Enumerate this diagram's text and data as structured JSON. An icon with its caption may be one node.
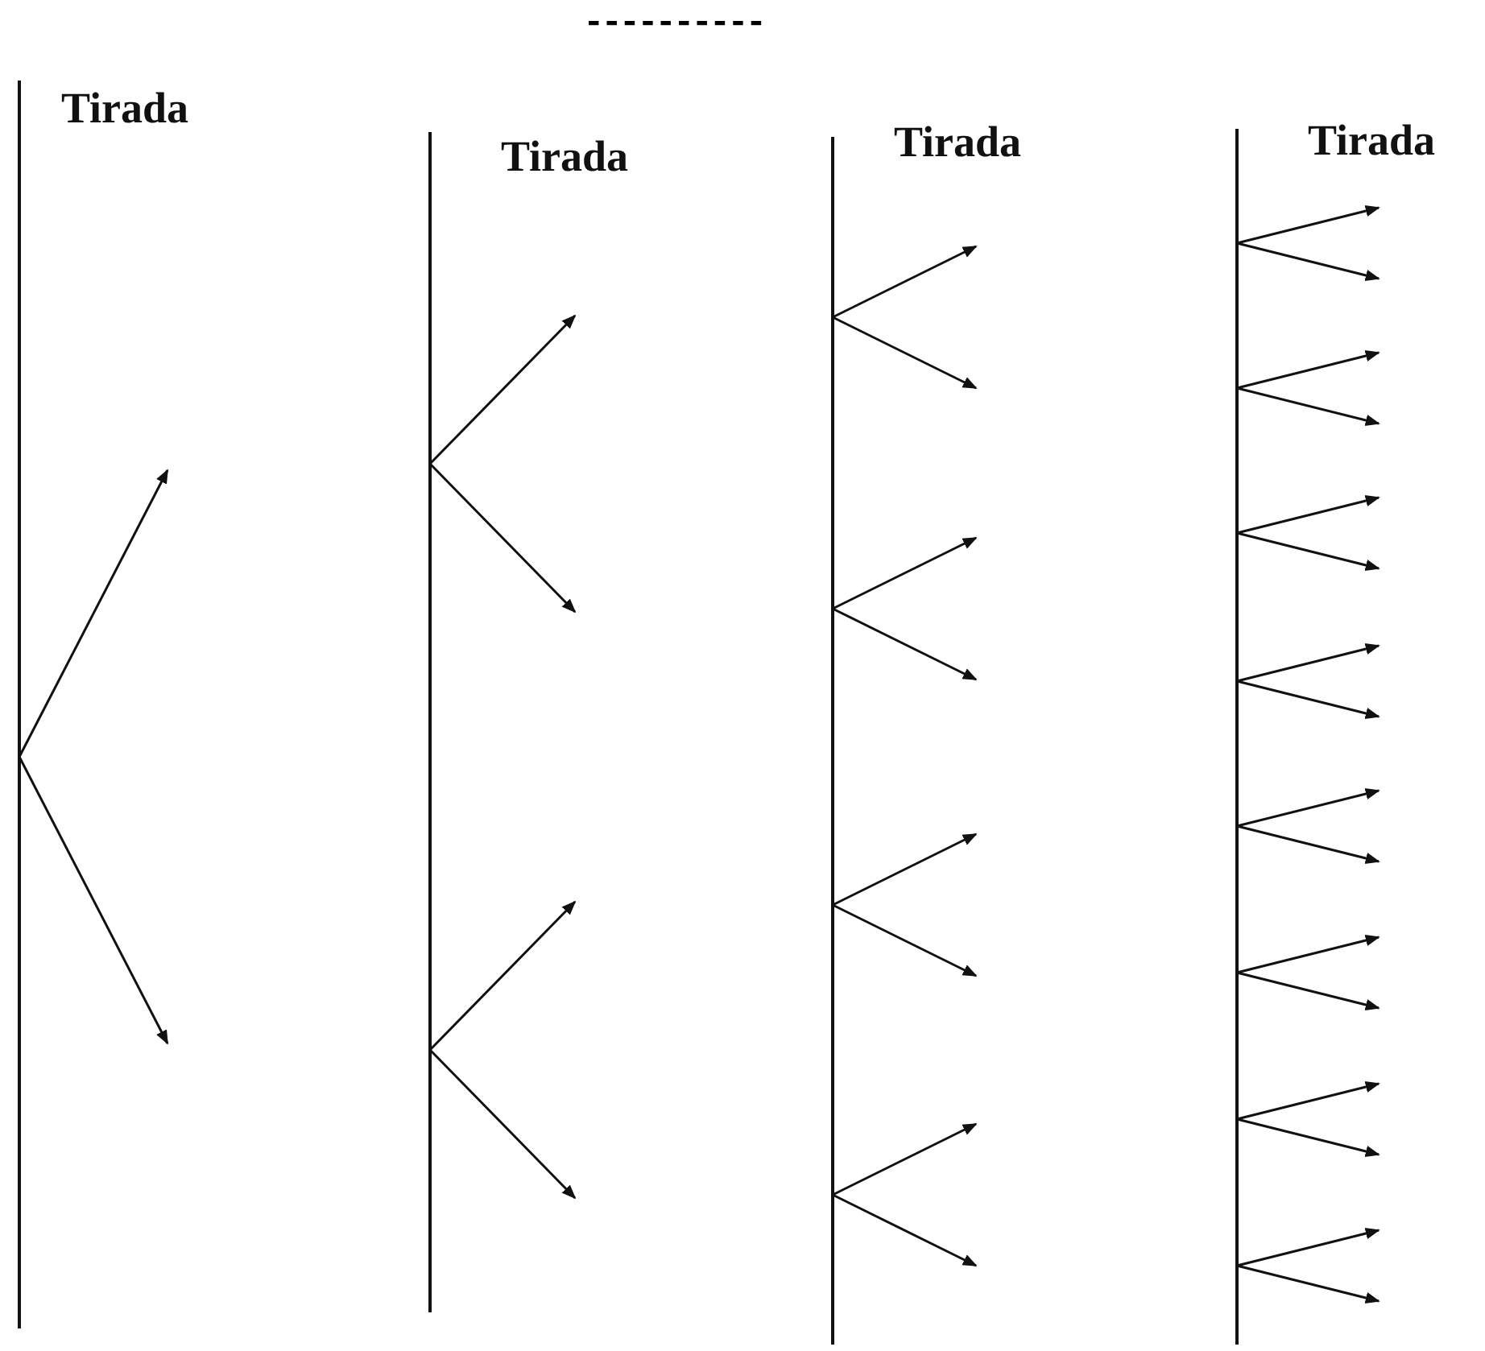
{
  "diagram": {
    "nodes": [
      {
        "text": [
          "Tirada"
        ]
      },
      {
        "text": [
          "Tirada"
        ]
      },
      {
        "text": [
          "Tirada"
        ]
      },
      {
        "text": [
          "Tirada"
        ]
      }
    ],
    "edges": [
      {
        "from": 0,
        "to": null,
        "arrow": "to"
      },
      {
        "from": 0,
        "to": null,
        "arrow": "to"
      },
      {
        "from": 1,
        "to": null,
        "arrow": "to"
      },
      {
        "from": 1,
        "to": null,
        "arrow": "to"
      },
      {
        "from": 1,
        "to": null,
        "arrow": "to"
      },
      {
        "from": 1,
        "to": null,
        "arrow": "to"
      },
      {
        "from": 2,
        "to": null,
        "arrow": "to"
      },
      {
        "from": 2,
        "to": null,
        "arrow": "to"
      },
      {
        "from": 2,
        "to": null,
        "arrow": "to"
      },
      {
        "from": 2,
        "to": null,
        "arrow": "to"
      },
      {
        "from": 2,
        "to": null,
        "arrow": "to"
      },
      {
        "from": 2,
        "to": null,
        "arrow": "to"
      },
      {
        "from": 2,
        "to": null,
        "arrow": "to"
      },
      {
        "from": 2,
        "to": null,
        "arrow": "to"
      },
      {
        "from": 3,
        "to": null,
        "arrow": "to"
      },
      {
        "from": 3,
        "to": null,
        "arrow": "to"
      },
      {
        "from": 3,
        "to": null,
        "arrow": "to"
      },
      {
        "from": 3,
        "to": null,
        "arrow": "to"
      },
      {
        "from": 3,
        "to": null,
        "arrow": "to"
      },
      {
        "from": 3,
        "to": null,
        "arrow": "to"
      },
      {
        "from": 3,
        "to": null,
        "arrow": "to"
      },
      {
        "from": 3,
        "to": null,
        "arrow": "to"
      },
      {
        "from": 3,
        "to": null,
        "arrow": "to"
      },
      {
        "from": 3,
        "to": null,
        "arrow": "to"
      },
      {
        "from": 3,
        "to": null,
        "arrow": "to"
      },
      {
        "from": 3,
        "to": null,
        "arrow": "to"
      },
      {
        "from": 3,
        "to": null,
        "arrow": "to"
      },
      {
        "from": 3,
        "to": null,
        "arrow": "to"
      },
      {
        "from": 3,
        "to": null,
        "arrow": "to"
      },
      {
        "from": 3,
        "to": null,
        "arrow": "to"
      }
    ],
    "labels": [
      "----------"
    ]
  }
}
